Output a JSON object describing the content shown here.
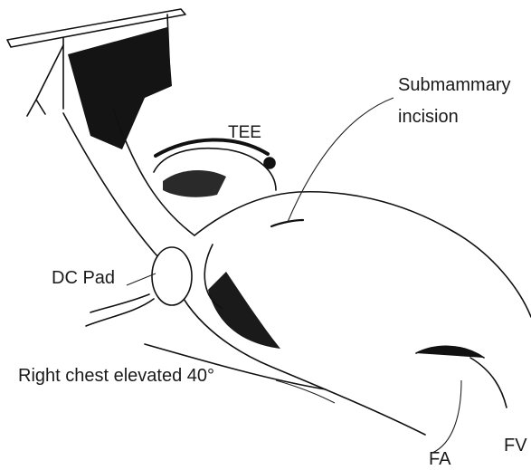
{
  "labels": {
    "submammary": "Submammary",
    "incision": "incision",
    "tee": "TEE",
    "dc_pad": "DC Pad",
    "right_chest": "Right chest elevated 40°",
    "fa": "FA",
    "fv": "FV"
  }
}
